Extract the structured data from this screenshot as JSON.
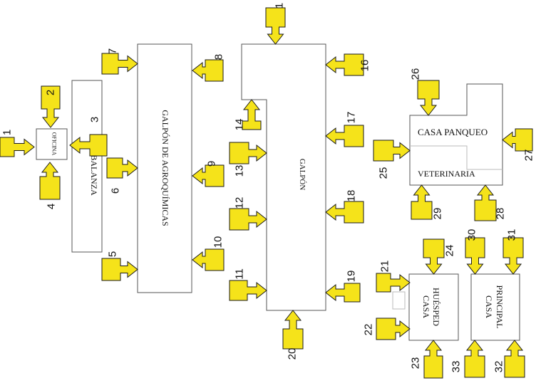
{
  "colors": {
    "arrow_fill": "#f5e31a",
    "arrow_stroke": "#1a1a1a",
    "building_stroke": "#555555",
    "inner_line": "#bbbbbb"
  },
  "buildings": {
    "oficina": "OFICINA",
    "balanza": "BALANZA",
    "galpon_agroquimicas": "GALPÓN DE AGROQUÍMICAS",
    "galpon": "GALPÓN",
    "casa_panqueo": "CASA PANQUEO",
    "veterinaria": "VETERINARIA",
    "casa_huesped_1": "CASA",
    "casa_huesped_2": "HUÉSPED",
    "casa_principal_1": "CASA",
    "casa_principal_2": "PRINCIPAL"
  },
  "arrows": [
    {
      "id": "1",
      "label": "1",
      "direction": "right"
    },
    {
      "id": "2",
      "label": "2",
      "direction": "down"
    },
    {
      "id": "3",
      "label": "3",
      "direction": "left"
    },
    {
      "id": "4",
      "label": "4",
      "direction": "up"
    },
    {
      "id": "5",
      "label": "5",
      "direction": "right"
    },
    {
      "id": "6",
      "label": "6",
      "direction": "right"
    },
    {
      "id": "7",
      "label": "7",
      "direction": "right"
    },
    {
      "id": "8",
      "label": "8",
      "direction": "left"
    },
    {
      "id": "9",
      "label": "9",
      "direction": "left"
    },
    {
      "id": "10",
      "label": "10",
      "direction": "left"
    },
    {
      "id": "1b",
      "label": "1",
      "direction": "down"
    },
    {
      "id": "11",
      "label": "11",
      "direction": "right"
    },
    {
      "id": "12",
      "label": "12",
      "direction": "right"
    },
    {
      "id": "13",
      "label": "13",
      "direction": "right"
    },
    {
      "id": "14",
      "label": "14",
      "direction": "up"
    },
    {
      "id": "16",
      "label": "16",
      "direction": "left"
    },
    {
      "id": "17",
      "label": "17",
      "direction": "left"
    },
    {
      "id": "18",
      "label": "18",
      "direction": "left"
    },
    {
      "id": "19",
      "label": "19",
      "direction": "left"
    },
    {
      "id": "20",
      "label": "20",
      "direction": "up"
    },
    {
      "id": "21",
      "label": "21",
      "direction": "right"
    },
    {
      "id": "22",
      "label": "22",
      "direction": "right"
    },
    {
      "id": "23",
      "label": "23",
      "direction": "up"
    },
    {
      "id": "24",
      "label": "24",
      "direction": "down"
    },
    {
      "id": "25",
      "label": "25",
      "direction": "right"
    },
    {
      "id": "26",
      "label": "26",
      "direction": "down"
    },
    {
      "id": "27",
      "label": "27",
      "direction": "left"
    },
    {
      "id": "28",
      "label": "28",
      "direction": "up"
    },
    {
      "id": "29",
      "label": "29",
      "direction": "up"
    },
    {
      "id": "30",
      "label": "30",
      "direction": "down"
    },
    {
      "id": "31",
      "label": "31",
      "direction": "down"
    },
    {
      "id": "32",
      "label": "32",
      "direction": "up"
    },
    {
      "id": "33",
      "label": "33",
      "direction": "up"
    }
  ]
}
